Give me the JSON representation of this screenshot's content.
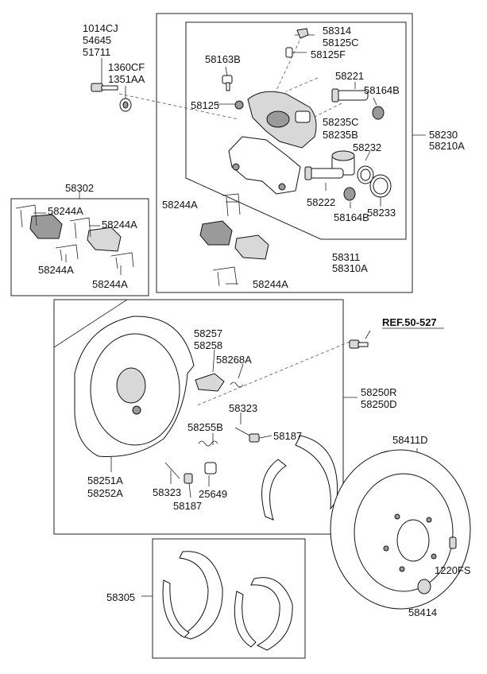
{
  "labels": {
    "l_1014CJ": "1014CJ",
    "l_54645": "54645",
    "l_51711": "51711",
    "l_1360CF": "1360CF",
    "l_1351AA": "1351AA",
    "l_58314": "58314",
    "l_58125C": "58125C",
    "l_58125F": "58125F",
    "l_58163B": "58163B",
    "l_58221": "58221",
    "l_58164B_top": "58164B",
    "l_58125": "58125",
    "l_58235C": "58235C",
    "l_58235B": "58235B",
    "l_58232": "58232",
    "l_58230": "58230",
    "l_58210A": "58210A",
    "l_58222": "58222",
    "l_58164B_bot": "58164B",
    "l_58233": "58233",
    "l_58244A_a": "58244A",
    "l_58311": "58311",
    "l_58310A": "58310A",
    "l_58244A_b": "58244A",
    "l_58302": "58302",
    "l_58244A_c": "58244A",
    "l_58244A_d": "58244A",
    "l_58244A_e": "58244A",
    "l_58244A_f": "58244A",
    "l_ref": "REF.50-527",
    "l_58257": "58257",
    "l_58258": "58258",
    "l_58268A": "58268A",
    "l_58250R": "58250R",
    "l_58250D": "58250D",
    "l_58323_a": "58323",
    "l_58255B": "58255B",
    "l_58187_a": "58187",
    "l_58411D": "58411D",
    "l_58251A": "58251A",
    "l_58252A": "58252A",
    "l_58323_b": "58323",
    "l_58187_b": "58187",
    "l_25649": "25649",
    "l_1220FS": "1220FS",
    "l_58305": "58305",
    "l_58414": "58414"
  }
}
